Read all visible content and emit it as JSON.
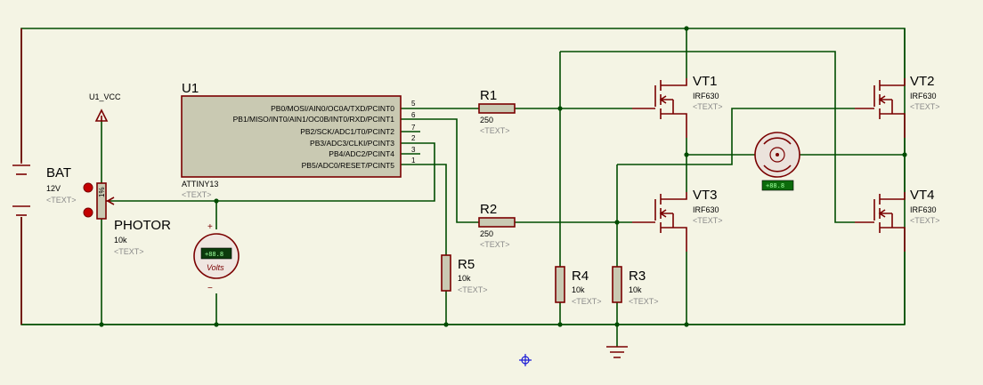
{
  "chip": {
    "ref": "U1",
    "part": "ATTINY13",
    "text": "<TEXT>",
    "pins": [
      {
        "label": "PB0/MOSI/AIN0/OC0A/TXD/PCINT0",
        "num": "5"
      },
      {
        "label": "PB1/MISO/INT0/AIN1/OC0B/INT0/RXD/PCINT1",
        "num": "6"
      },
      {
        "label": "PB2/SCK/ADC1/T0/PCINT2",
        "num": "7"
      },
      {
        "label": "PB3/ADC3/CLKI/PCINT3",
        "num": "2"
      },
      {
        "label": "PB4/ADC2/PCINT4",
        "num": "3"
      },
      {
        "label": "PB5/ADC0/RESET/PCINT5",
        "num": "1"
      }
    ]
  },
  "power": {
    "label": "U1_VCC"
  },
  "battery": {
    "ref": "BAT",
    "value": "12V",
    "text": "<TEXT>"
  },
  "photo": {
    "ref": "PHOTOR",
    "value": "10k",
    "text": "<TEXT>",
    "knob": "1%"
  },
  "voltmeter": {
    "label": "Volts",
    "reading": "+88.8",
    "plus": "+",
    "minus": "−"
  },
  "motor": {
    "reading": "+88.8"
  },
  "resistors": {
    "r1": {
      "ref": "R1",
      "value": "250",
      "text": "<TEXT>"
    },
    "r2": {
      "ref": "R2",
      "value": "250",
      "text": "<TEXT>"
    },
    "r3": {
      "ref": "R3",
      "value": "10k",
      "text": "<TEXT>"
    },
    "r4": {
      "ref": "R4",
      "value": "10k",
      "text": "<TEXT>"
    },
    "r5": {
      "ref": "R5",
      "value": "10k",
      "text": "<TEXT>"
    }
  },
  "transistors": {
    "vt1": {
      "ref": "VT1",
      "value": "IRF630",
      "text": "<TEXT>"
    },
    "vt2": {
      "ref": "VT2",
      "value": "IRF630",
      "text": "<TEXT>"
    },
    "vt3": {
      "ref": "VT3",
      "value": "IRF630",
      "text": "<TEXT>"
    },
    "vt4": {
      "ref": "VT4",
      "value": "IRF630",
      "text": "<TEXT>"
    }
  },
  "colors": {
    "background": "#f4f4e4",
    "wire": "#004c00",
    "device": "#7a0000",
    "body": "#c9c9b2"
  }
}
